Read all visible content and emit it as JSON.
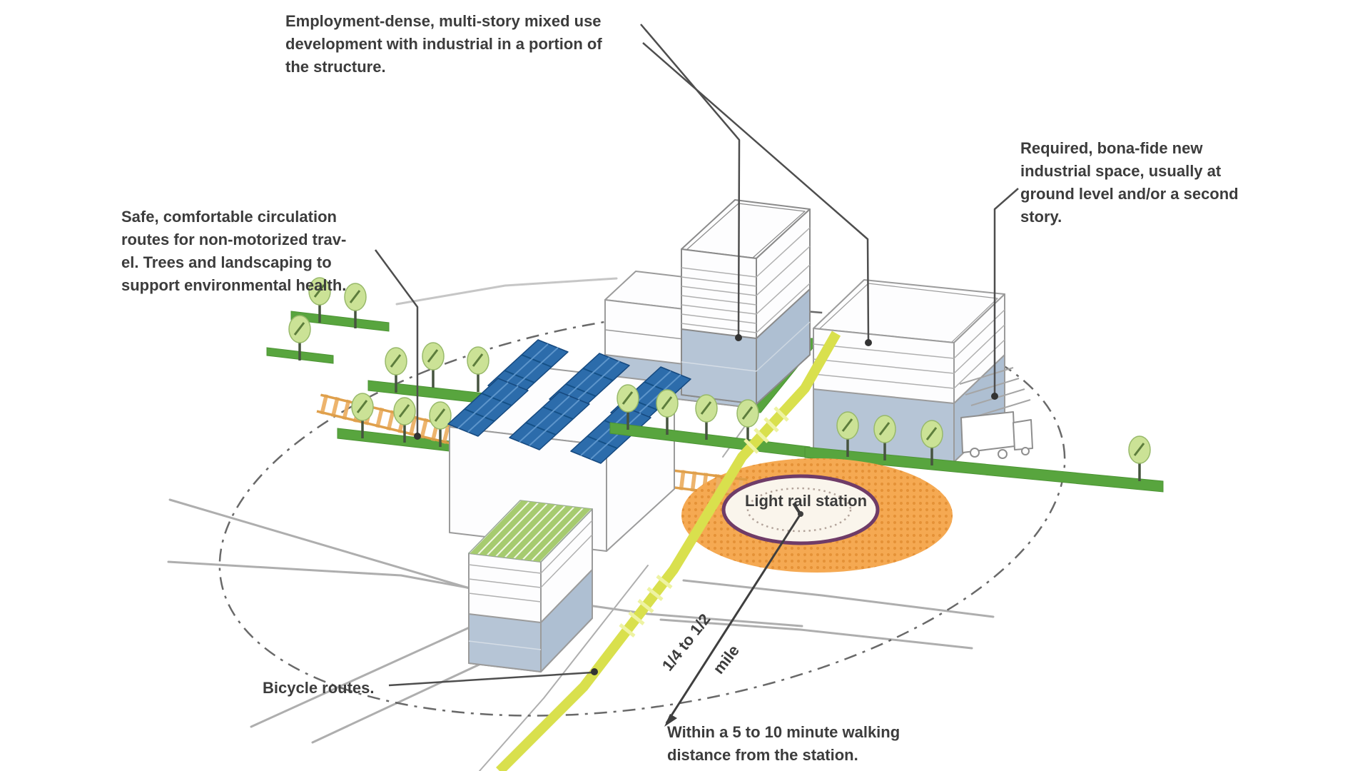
{
  "figure": {
    "description": "Transit-oriented development concept diagram with light rail station"
  },
  "annotations": {
    "mixed_use": {
      "lines": [
        "Employment-dense, multi-story mixed use",
        "development with industrial in a portion of",
        "the structure."
      ]
    },
    "industrial": {
      "lines": [
        "Required, bona-fide new",
        "industrial space, usually at",
        "ground level and/or a second",
        "story."
      ]
    },
    "circulation": {
      "lines": [
        "Safe, comfortable circulation",
        "routes for non-motorized trav-",
        "el. Trees and landscaping to",
        "support environmental health."
      ]
    },
    "station": {
      "label": "Light rail station"
    },
    "bicycle": {
      "label": "Bicycle routes."
    },
    "radius": {
      "fraction": "1/4 to 1/2",
      "unit": "mile"
    },
    "walking": {
      "lines": [
        "Within a 5 to 10 minute walking",
        "distance from the station."
      ]
    }
  },
  "colors": {
    "text": "#3c3c3c",
    "leader_line": "#4e4e4e",
    "road": "#a0a0a0",
    "walk_circle_dash": "#595959",
    "station_orange": "#f5a952",
    "station_dot": "#df8a2e",
    "station_ring_purple": "#6f3c68",
    "rail_orange": "#e2a04b",
    "green_street": "#58a53e",
    "tree_green": "#cbe296",
    "bike_path_yellow": "#d9e04d",
    "solar_panel_blue": "#2c6cab",
    "building_base_blue": "#b6c5d6",
    "green_roof_stripe": "#a6cb6f"
  }
}
